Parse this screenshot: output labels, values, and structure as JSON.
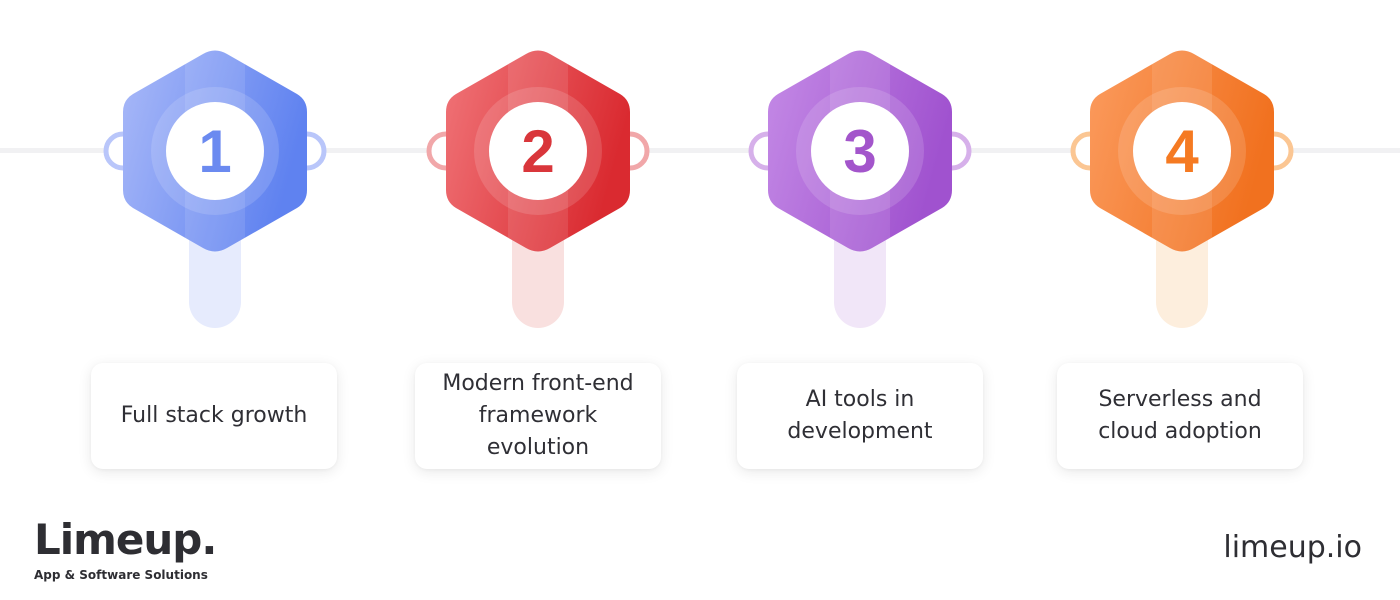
{
  "steps": [
    {
      "number": "1",
      "label": "Full stack growth",
      "colors": {
        "light": "#a9b9f8",
        "dark": "#5f82f0",
        "number": "#6b8af0",
        "ring": "#b9c6fa",
        "stem": "#e6ebfd"
      }
    },
    {
      "number": "2",
      "label": "Modern front-end\nframework\nevolution",
      "colors": {
        "light": "#f07478",
        "dark": "#da2a30",
        "number": "#d9363b",
        "ring": "#f1a7a9",
        "stem": "#f9e0df"
      }
    },
    {
      "number": "3",
      "label": "AI tools in\ndevelopment",
      "colors": {
        "light": "#c48ae6",
        "dark": "#a052cf",
        "number": "#a355cb",
        "ring": "#d6b0ea",
        "stem": "#f1e6f8"
      }
    },
    {
      "number": "4",
      "label": "Serverless and\ncloud adoption",
      "colors": {
        "light": "#fb9b5e",
        "dark": "#f1711f",
        "number": "#f57a22",
        "ring": "#fbc693",
        "stem": "#fdeedd"
      }
    }
  ],
  "brand": {
    "name": "Limeup.",
    "tagline": "App & Software Solutions",
    "url": "limeup.io"
  }
}
